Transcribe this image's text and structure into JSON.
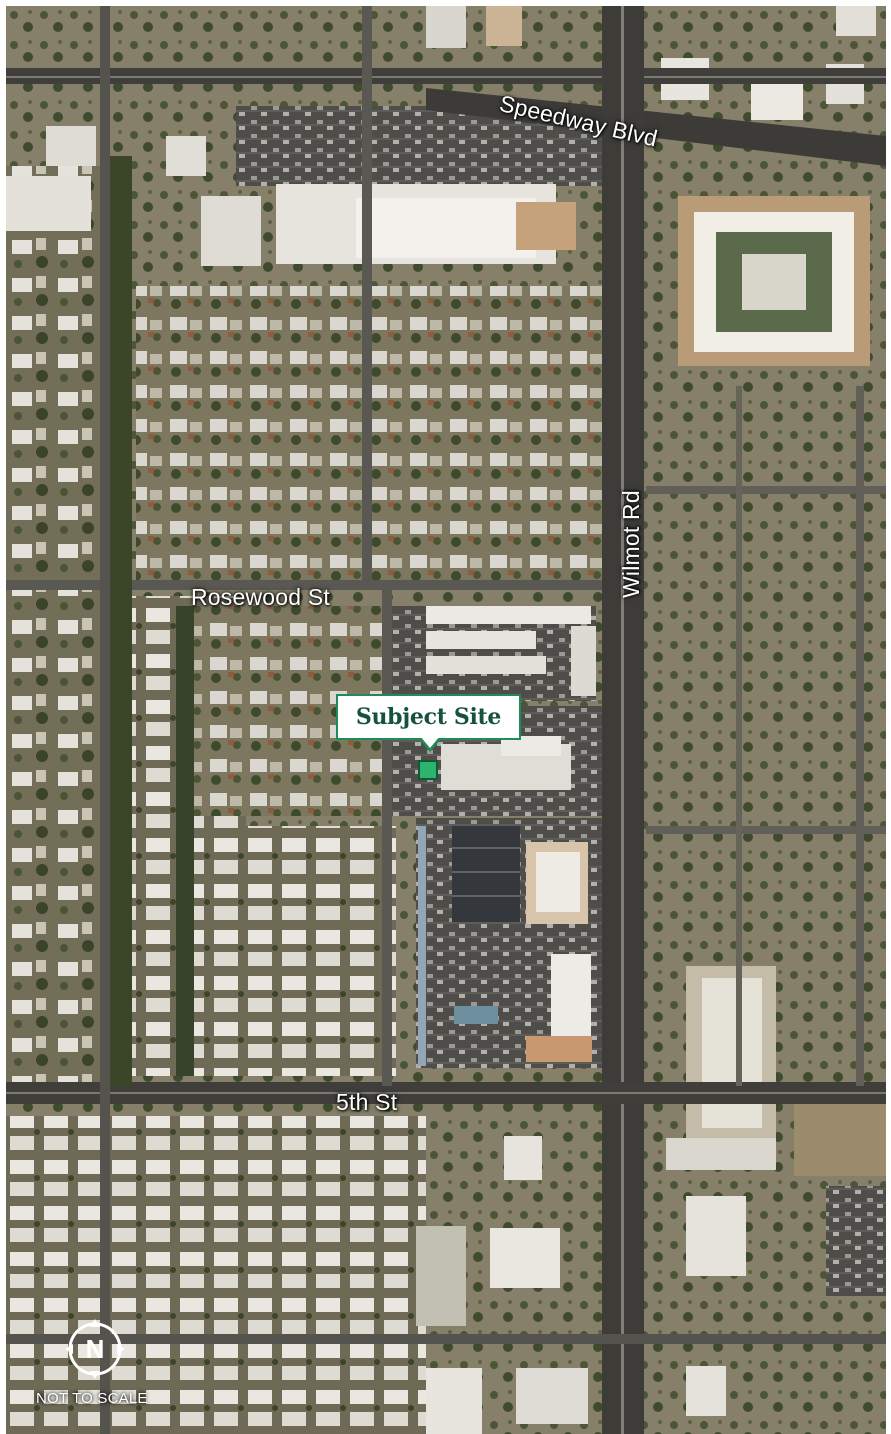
{
  "map": {
    "roads": {
      "speedway": "Speedway Blvd",
      "wilmot": "Wilmot Rd",
      "rosewood": "Rosewood St",
      "fifth": "5th St"
    },
    "subject_site_label": "Subject Site",
    "scale_note": "NOT TO SCALE",
    "compass_letter": "N",
    "colors": {
      "callout_border": "#1f8a5a",
      "callout_text": "#17533a",
      "site_marker": "#2db36b"
    },
    "icons": {
      "compass": "north-compass-icon",
      "site": "site-marker-icon"
    }
  }
}
